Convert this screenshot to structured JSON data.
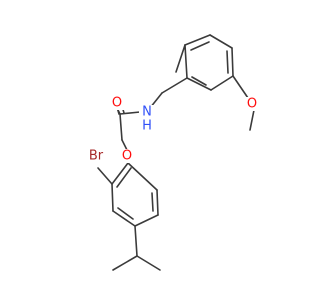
{
  "molecule": {
    "atoms": [
      {
        "id": "O_carbonyl",
        "label": "O",
        "color": "#ff0d0d"
      },
      {
        "id": "N_amide",
        "label": "N",
        "color": "#3050f8"
      },
      {
        "id": "H_amide",
        "label": "H",
        "color": "#3050f8"
      },
      {
        "id": "O_methoxy",
        "label": "O",
        "color": "#ff0d0d"
      },
      {
        "id": "O_ether",
        "label": "O",
        "color": "#ff0d0d"
      },
      {
        "id": "Br",
        "label": "Br",
        "color": "#a62929"
      }
    ]
  }
}
